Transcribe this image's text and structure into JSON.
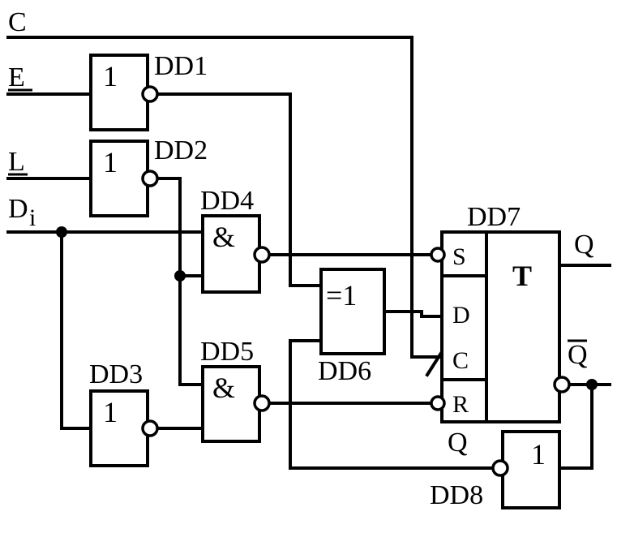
{
  "signals": {
    "c": "C",
    "e": "E",
    "l": "L",
    "d_base": "D",
    "d_sub": "i"
  },
  "gates": {
    "dd1": {
      "name": "DD1",
      "symbol": "1"
    },
    "dd2": {
      "name": "DD2",
      "symbol": "1"
    },
    "dd3": {
      "name": "DD3",
      "symbol": "1"
    },
    "dd4": {
      "name": "DD4",
      "symbol": "&"
    },
    "dd5": {
      "name": "DD5",
      "symbol": "&"
    },
    "dd6": {
      "name": "DD6",
      "symbol": "=1"
    },
    "dd7": {
      "name": "DD7",
      "symbol": "T",
      "pins": {
        "s": "S",
        "d": "D",
        "c": "C",
        "r": "R"
      }
    },
    "dd8": {
      "name": "DD8",
      "symbol": "1"
    }
  },
  "outputs": {
    "q": "Q",
    "q_bar": "Q",
    "q_dd8_in": "Q"
  }
}
